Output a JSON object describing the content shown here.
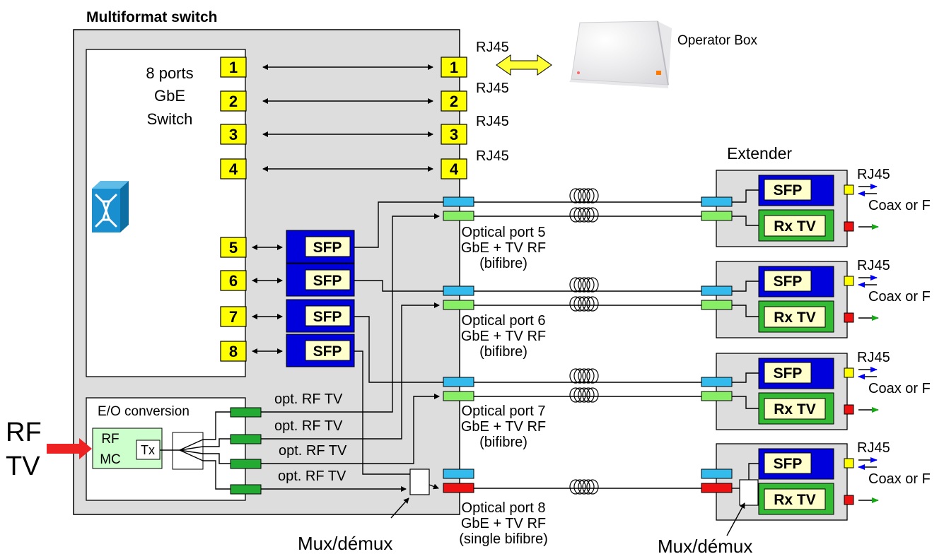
{
  "labels": {
    "multiformat_switch": "Multiformat switch",
    "ports_line1": "8 ports",
    "ports_line2": "GbE",
    "ports_line3": "Switch",
    "operator_box": "Operator Box",
    "extender": "Extender",
    "eo_conversion": "E/O conversion",
    "rf_mc_line1": "RF",
    "rf_mc_line2": "MC",
    "tx": "Tx",
    "rf_tv_line1": "RF",
    "rf_tv_line2": "TV",
    "mux_left": "Mux/démux",
    "mux_right": "Mux/démux"
  },
  "ports": [
    "1",
    "2",
    "3",
    "4",
    "5",
    "6",
    "7",
    "8"
  ],
  "rj45_label": "RJ45",
  "coax_label": "Coax or F",
  "sfp_label": "SFP",
  "rxtv_label": "Rx TV",
  "opt_rf_tv": [
    "opt. RF TV",
    "opt. RF TV",
    "opt. RF TV",
    "opt. RF TV"
  ],
  "optical_ports": [
    {
      "l1": "Optical port 5",
      "l2": "GbE + TV RF",
      "l3": "(bifibre)"
    },
    {
      "l1": "Optical port 6",
      "l2": "GbE + TV RF",
      "l3": "(bifibre)"
    },
    {
      "l1": "Optical port 7",
      "l2": "GbE + TV RF",
      "l3": "(bifibre)"
    },
    {
      "l1": "Optical port 8",
      "l2": "GbE + TV RF",
      "l3": "(single bifibre)"
    }
  ],
  "colors": {
    "port_yellow": "#ffff00",
    "sfp_blue": "#0000dd",
    "sfp_label_bg": "#ffffcc",
    "rx_green": "#33bb33",
    "connector_cyan": "#33bbee",
    "connector_lightgreen": "#88ee66",
    "connector_red": "#ee1111",
    "eo_green": "#22aa33",
    "rfmc_bg": "#ccffcc",
    "panel_gray": "#dddddd",
    "arrow_red": "#ee2222",
    "arrow_yellow": "#ffff33",
    "arrow_blue": "#0000ff",
    "arrow_green": "#11aa11"
  }
}
